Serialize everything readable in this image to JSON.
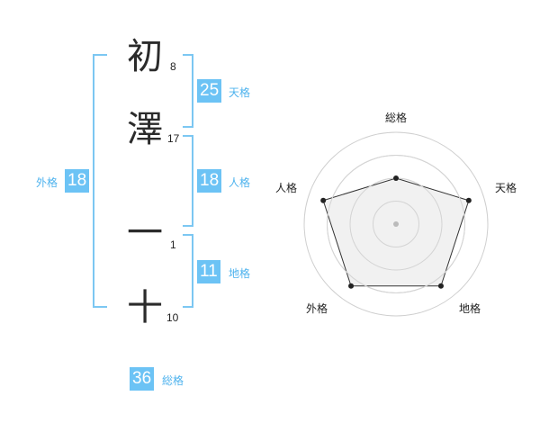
{
  "characters": [
    {
      "char": "初",
      "strokes": "8"
    },
    {
      "char": "澤",
      "strokes": "17"
    },
    {
      "char": "一",
      "strokes": "1"
    },
    {
      "char": "十",
      "strokes": "10"
    }
  ],
  "fortunes": {
    "tenkaku": {
      "value": "25",
      "label": "天格"
    },
    "jinkaku": {
      "value": "18",
      "label": "人格"
    },
    "chikaku": {
      "value": "11",
      "label": "地格"
    },
    "gaikaku": {
      "value": "18",
      "label": "外格"
    },
    "soukaku": {
      "value": "36",
      "label": "総格"
    }
  },
  "colors": {
    "badge": "#6cc3f5",
    "bracket": "#7cc7f2",
    "label": "#4fb3ee",
    "radar_fill": "#efefef",
    "radar_line": "#333333"
  },
  "chart_data": {
    "type": "radar",
    "axes": [
      "総格",
      "天格",
      "地格",
      "外格",
      "人格"
    ],
    "values": [
      3,
      5,
      5,
      5,
      5
    ],
    "max": 6,
    "rings": 4
  }
}
